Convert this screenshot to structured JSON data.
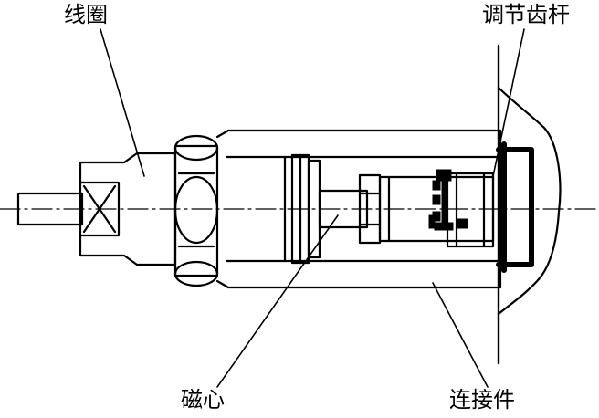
{
  "labels": {
    "coil": "线圈",
    "adjusting_rack": "调节齿杆",
    "magnetic_core": "磁心",
    "connector": "连接件"
  },
  "colors": {
    "line": "#000000",
    "background": "#ffffff"
  }
}
